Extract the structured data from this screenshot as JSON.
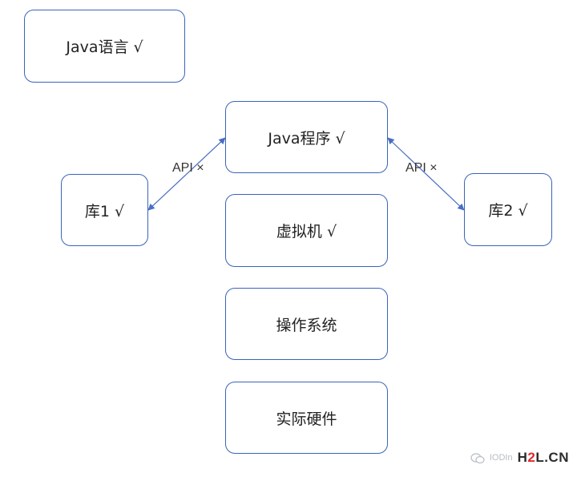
{
  "boxes": {
    "language": "Java语言 √",
    "program": "Java程序 √",
    "lib1": "库1 √",
    "lib2": "库2 √",
    "vm": "虚拟机 √",
    "os": "操作系统",
    "hardware": "实际硬件"
  },
  "connectors": {
    "left_label": "API ×",
    "right_label": "API ×"
  },
  "watermark": {
    "faint_text": "IODIn",
    "logo_prefix": "H",
    "logo_accent": "2",
    "logo_suffix": "L.CN"
  },
  "colors": {
    "box_border": "#3a64b8",
    "arrow": "#4a6fc4",
    "logo_accent": "#e3262a"
  },
  "icons": [
    "wechat-icon"
  ]
}
